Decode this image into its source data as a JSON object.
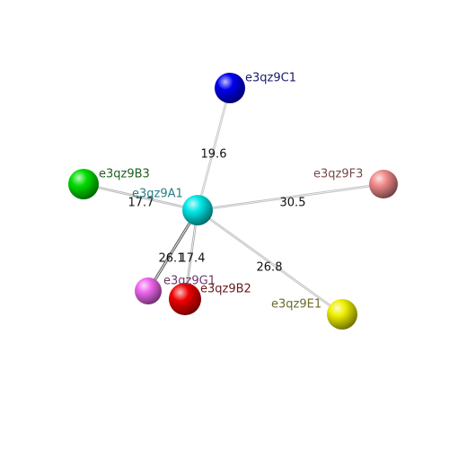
{
  "graph": {
    "nodes": [
      {
        "id": "A1",
        "label": "e3qz9A1",
        "color": "#00e6e6",
        "label_color": "#2a7f86"
      },
      {
        "id": "C1",
        "label": "e3qz9C1",
        "color": "#0000ee",
        "label_color": "#1a1a6e"
      },
      {
        "id": "B3",
        "label": "e3qz9B3",
        "color": "#00dd00",
        "label_color": "#1f5f1f"
      },
      {
        "id": "F3",
        "label": "e3qz9F3",
        "color": "#f08a8a",
        "label_color": "#7a4a4a"
      },
      {
        "id": "E1",
        "label": "e3qz9E1",
        "color": "#eeee00",
        "label_color": "#6b6b2a"
      },
      {
        "id": "G1",
        "label": "e3qz9G1",
        "color": "#ee66ee",
        "label_color": "#6a3a6a"
      },
      {
        "id": "B2",
        "label": "e3qz9B2",
        "color": "#ee0000",
        "label_color": "#6a1a1a"
      }
    ],
    "edges": [
      {
        "from": "A1",
        "to": "C1",
        "weight": "19.6"
      },
      {
        "from": "A1",
        "to": "B3",
        "weight": "17.7"
      },
      {
        "from": "A1",
        "to": "F3",
        "weight": "30.5"
      },
      {
        "from": "A1",
        "to": "E1",
        "weight": "26.8"
      },
      {
        "from": "A1",
        "to": "G1",
        "weight": "26.1"
      },
      {
        "from": "A1",
        "to": "B2",
        "weight": "17.4"
      }
    ]
  }
}
